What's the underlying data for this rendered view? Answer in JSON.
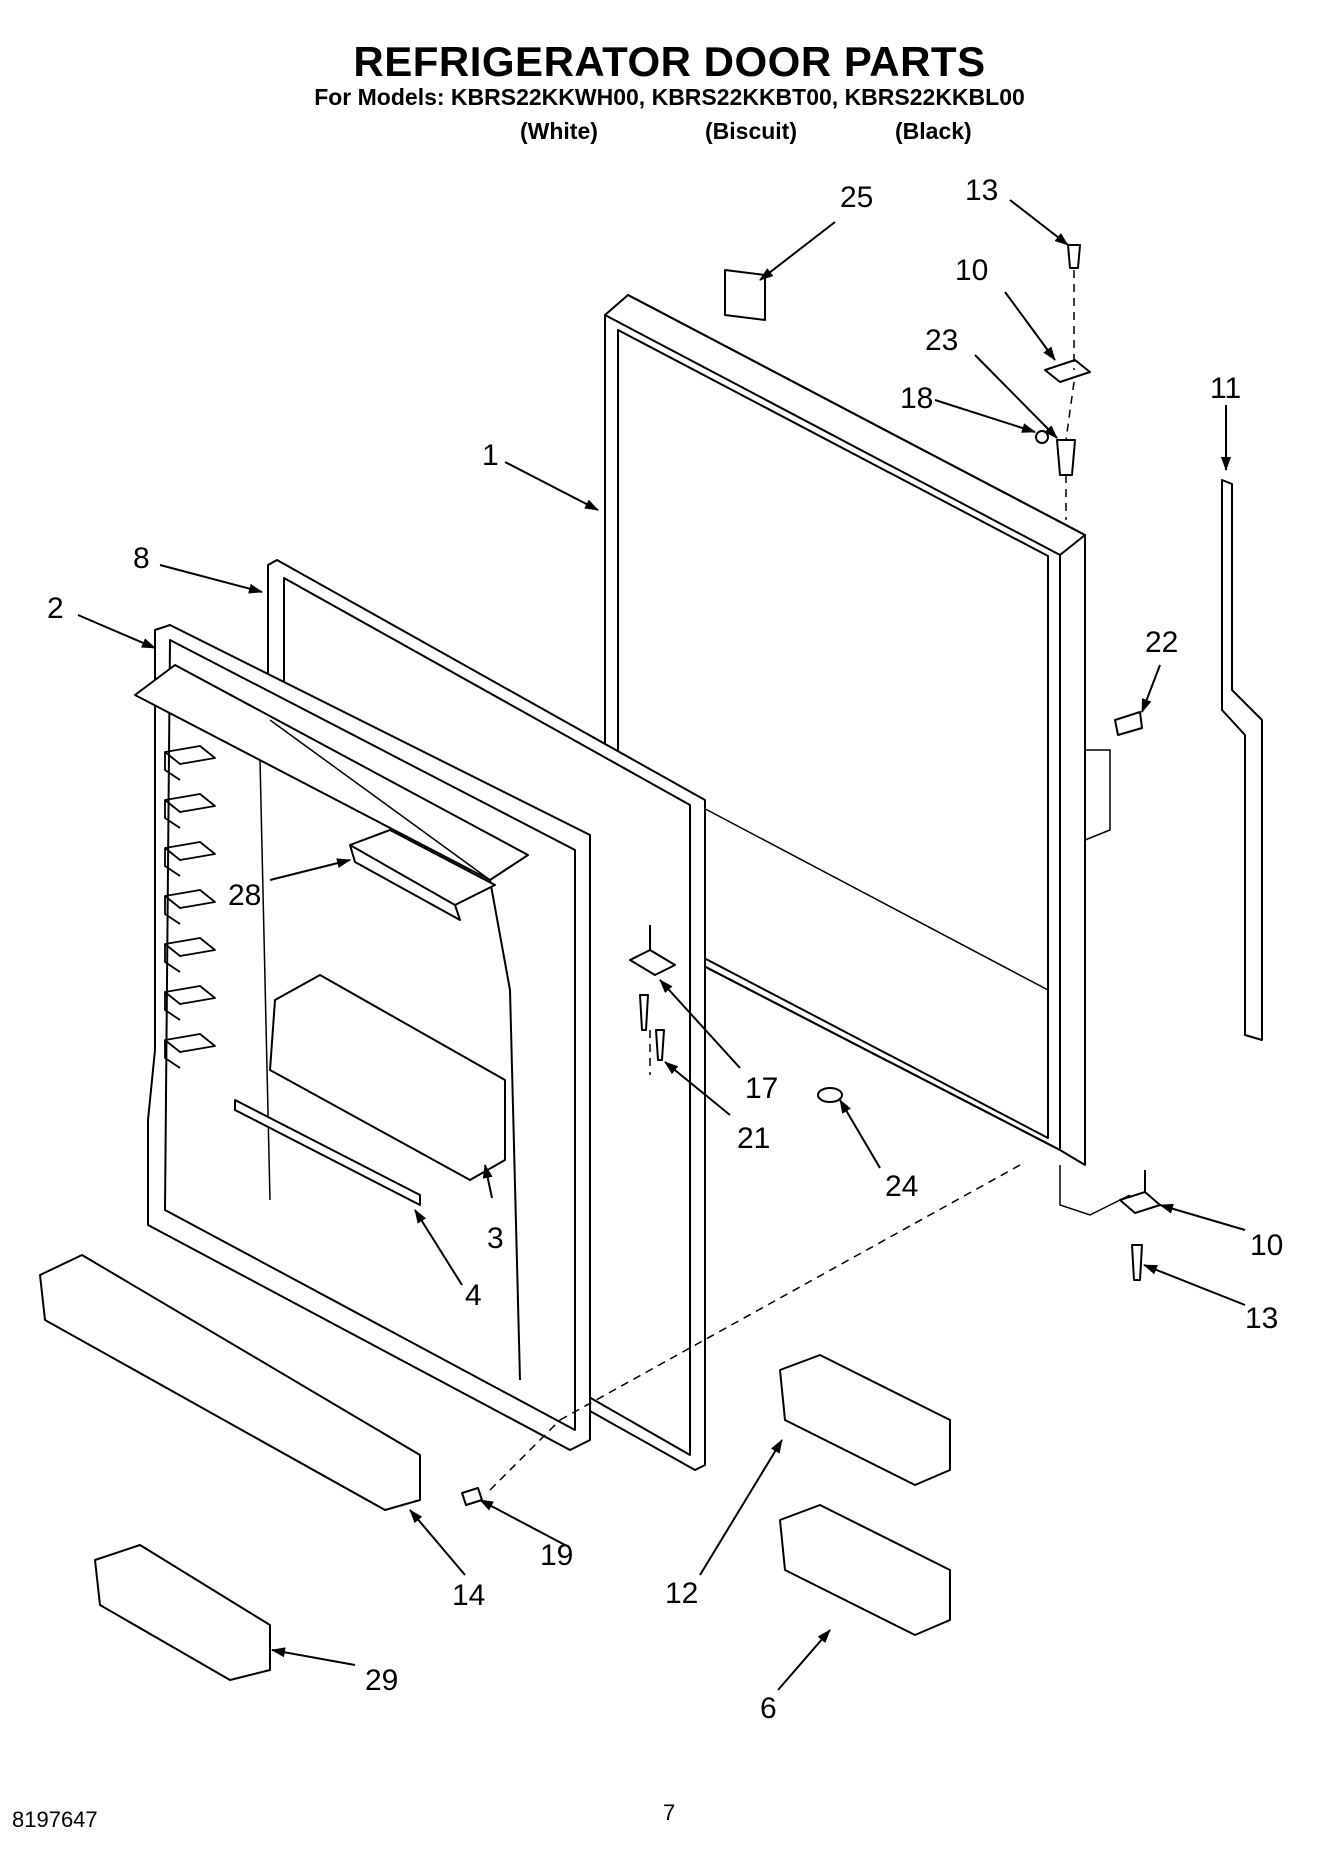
{
  "header": {
    "title": "REFRIGERATOR DOOR PARTS",
    "models": "For Models: KBRS22KKWH00, KBRS22KKBT00, KBRS22KKBL00",
    "variants": [
      "(White)",
      "(Biscuit)",
      "(Black)"
    ]
  },
  "callouts": [
    {
      "id": "c25",
      "label": "25"
    },
    {
      "id": "c13a",
      "label": "13"
    },
    {
      "id": "c10a",
      "label": "10"
    },
    {
      "id": "c23",
      "label": "23"
    },
    {
      "id": "c18",
      "label": "18"
    },
    {
      "id": "c11",
      "label": "11"
    },
    {
      "id": "c1",
      "label": "1"
    },
    {
      "id": "c8",
      "label": "8"
    },
    {
      "id": "c2",
      "label": "2"
    },
    {
      "id": "c22",
      "label": "22"
    },
    {
      "id": "c28",
      "label": "28"
    },
    {
      "id": "c17",
      "label": "17"
    },
    {
      "id": "c21",
      "label": "21"
    },
    {
      "id": "c24",
      "label": "24"
    },
    {
      "id": "c3",
      "label": "3"
    },
    {
      "id": "c4",
      "label": "4"
    },
    {
      "id": "c10b",
      "label": "10"
    },
    {
      "id": "c13b",
      "label": "13"
    },
    {
      "id": "c19",
      "label": "19"
    },
    {
      "id": "c14",
      "label": "14"
    },
    {
      "id": "c12",
      "label": "12"
    },
    {
      "id": "c6",
      "label": "6"
    },
    {
      "id": "c29",
      "label": "29"
    }
  ],
  "footer": {
    "doc_number": "8197647",
    "page_number": "7"
  }
}
